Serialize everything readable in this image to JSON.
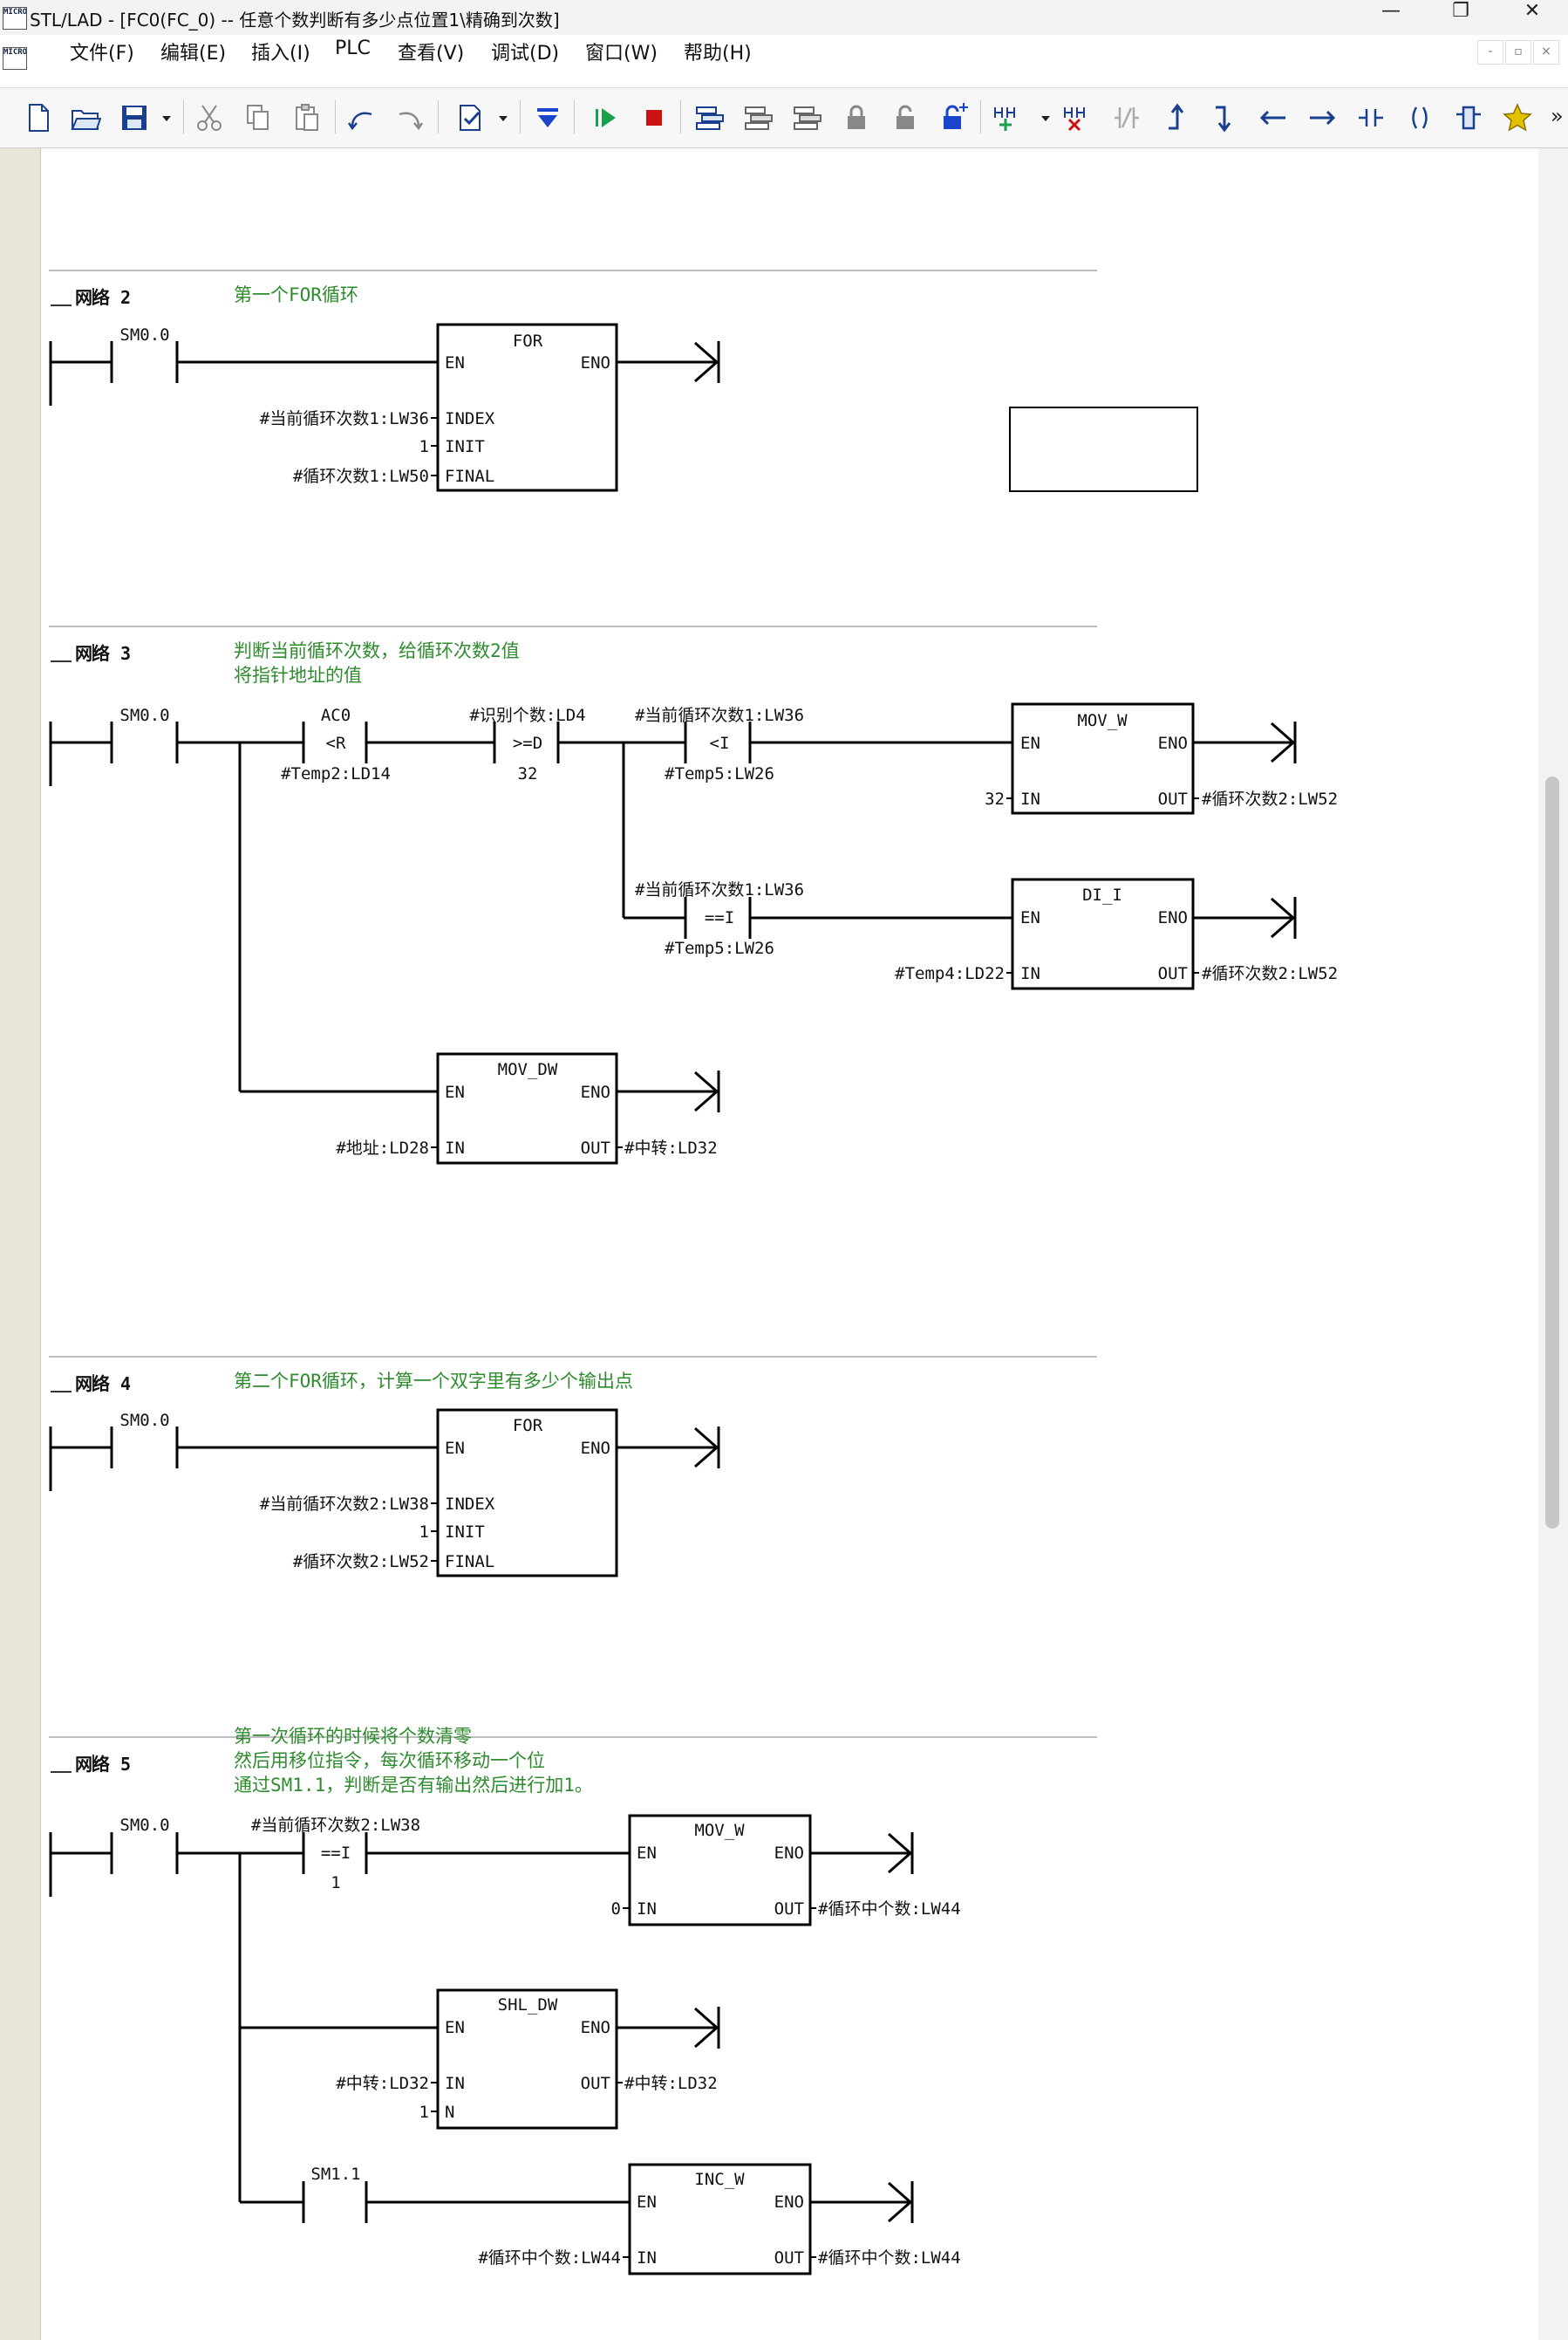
{
  "window": {
    "title": "STL/LAD - [FC0(FC_0) -- 任意个数判断有多少点位置1\\精确到次数]",
    "app_icon_text": "MICRO",
    "controls": {
      "minimize": "—",
      "restore": "❐",
      "close": "✕"
    }
  },
  "menu": {
    "items": [
      "文件(F)",
      "编辑(E)",
      "插入(I)",
      "PLC",
      "查看(V)",
      "调试(D)",
      "窗口(W)",
      "帮助(H)"
    ],
    "mdi_controls": [
      "-",
      "▫",
      "×"
    ]
  },
  "toolbar": {
    "icons": [
      "new-file-icon",
      "open-folder-icon",
      "save-icon",
      "cut-icon",
      "copy-icon",
      "paste-icon",
      "undo-icon",
      "redo-icon",
      "compile-icon",
      "download-icon",
      "run-icon",
      "stop-icon",
      "insert-network-icon",
      "delete-network-icon",
      "network-icon",
      "lock-icon",
      "unlock-icon",
      "protect-icon",
      "insert-rung-icon",
      "delete-rung-icon",
      "edge-icon",
      "branch-up-icon",
      "branch-down-icon",
      "line-left-icon",
      "line-right-icon",
      "contact-icon",
      "coil-icon",
      "box-icon",
      "favorite-icon"
    ],
    "overflow": "»",
    "colors": {
      "run": "#1aa04a",
      "stop": "#cc1111",
      "download": "#1a44cc",
      "favorite": "#e5c200"
    }
  },
  "colors": {
    "comment": "#2e8b2e",
    "wire": "#000000",
    "gutter": "#e8e6d9"
  },
  "networks": [
    {
      "label": "网络 2",
      "comment": [
        "第一个FOR循环"
      ],
      "elements": {
        "c1": {
          "label": "SM0.0"
        },
        "for": {
          "title": "FOR",
          "en": "EN",
          "eno": "ENO",
          "index": {
            "pin": "INDEX",
            "operand": "#当前循环次数1:LW36"
          },
          "init": {
            "pin": "INIT",
            "operand": "1"
          },
          "final": {
            "pin": "FINAL",
            "operand": "#循环次数1:LW50"
          }
        }
      }
    },
    {
      "label": "网络 3",
      "comment": [
        "判断当前循环次数，给循环次数2值",
        "将指针地址的值"
      ],
      "elements": {
        "c1": {
          "label": "SM0.0"
        },
        "cmp1": {
          "top": "AC0",
          "op": "<R",
          "bottom": "#Temp2:LD14"
        },
        "cmp2": {
          "top": "#识别个数:LD4",
          "op": ">=D",
          "bottom": "32"
        },
        "cmp3": {
          "top": "#当前循环次数1:LW36",
          "op": "<I",
          "bottom": "#Temp5:LW26"
        },
        "cmp4": {
          "top": "#当前循环次数1:LW36",
          "op": "==I",
          "bottom": "#Temp5:LW26"
        },
        "mov_w": {
          "title": "MOV_W",
          "en": "EN",
          "eno": "ENO",
          "in_pin": "IN",
          "in": "32",
          "out_pin": "OUT",
          "out": "#循环次数2:LW52"
        },
        "di_i": {
          "title": "DI_I",
          "en": "EN",
          "eno": "ENO",
          "in_pin": "IN",
          "in": "#Temp4:LD22",
          "out_pin": "OUT",
          "out": "#循环次数2:LW52"
        },
        "mov_dw": {
          "title": "MOV_DW",
          "en": "EN",
          "eno": "ENO",
          "in_pin": "IN",
          "in": "#地址:LD28",
          "out_pin": "OUT",
          "out": "#中转:LD32"
        }
      }
    },
    {
      "label": "网络 4",
      "comment": [
        "第二个FOR循环，计算一个双字里有多少个输出点"
      ],
      "elements": {
        "c1": {
          "label": "SM0.0"
        },
        "for": {
          "title": "FOR",
          "en": "EN",
          "eno": "ENO",
          "index": {
            "pin": "INDEX",
            "operand": "#当前循环次数2:LW38"
          },
          "init": {
            "pin": "INIT",
            "operand": "1"
          },
          "final": {
            "pin": "FINAL",
            "operand": "#循环次数2:LW52"
          }
        }
      }
    },
    {
      "label": "网络 5",
      "comment": [
        "第一次循环的时候将个数清零",
        "然后用移位指令，每次循环移动一个位",
        "通过SM1.1，判断是否有输出然后进行加1。"
      ],
      "elements": {
        "c1": {
          "label": "SM0.0"
        },
        "cmp1": {
          "top": "#当前循环次数2:LW38",
          "op": "==I",
          "bottom": "1"
        },
        "mov_w": {
          "title": "MOV_W",
          "en": "EN",
          "eno": "ENO",
          "in_pin": "IN",
          "in": "0",
          "out_pin": "OUT",
          "out": "#循环中个数:LW44"
        },
        "shl_dw": {
          "title": "SHL_DW",
          "en": "EN",
          "eno": "ENO",
          "in_pin": "IN",
          "in": "#中转:LD32",
          "n_pin": "N",
          "n": "1",
          "out_pin": "OUT",
          "out": "#中转:LD32"
        },
        "c2": {
          "label": "SM1.1"
        },
        "inc_w": {
          "title": "INC_W",
          "en": "EN",
          "eno": "ENO",
          "in_pin": "IN",
          "in": "#循环中个数:LW44",
          "out_pin": "OUT",
          "out": "#循环中个数:LW44"
        }
      }
    }
  ]
}
